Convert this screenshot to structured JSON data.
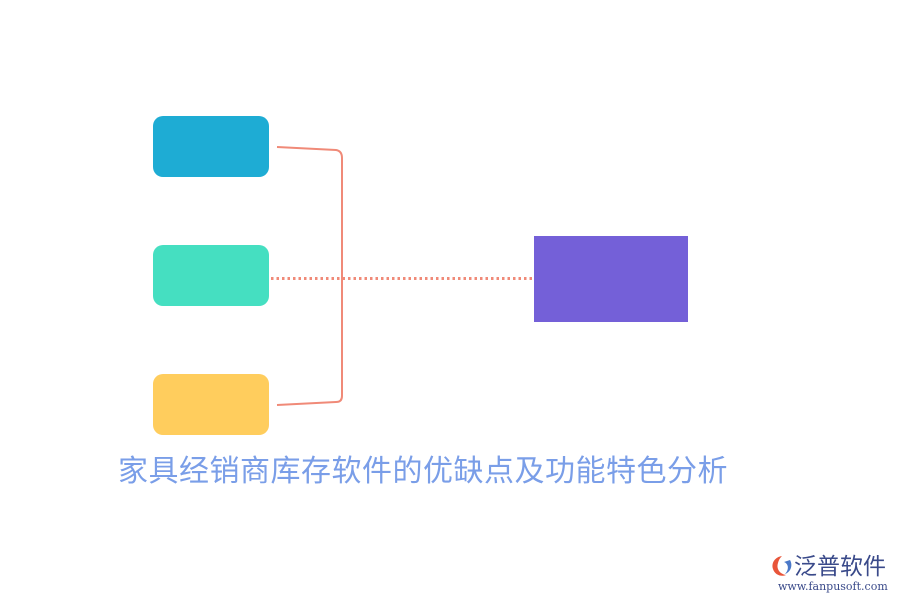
{
  "diagram": {
    "title": "家具经销商库存软件的优缺点及功能特色分析",
    "nodes": [
      {
        "id": "blue",
        "color": "#1eacd4"
      },
      {
        "id": "teal",
        "color": "#45dfc1"
      },
      {
        "id": "yellow",
        "color": "#ffcd5d"
      },
      {
        "id": "target",
        "color": "#7460d8"
      }
    ],
    "connector_color": "#f08a78",
    "title_color": "#7a9ee8"
  },
  "logo": {
    "name": "泛普软件",
    "url": "www.fanpusoft.com",
    "name_color": "#3a4a8a",
    "url_color": "#3a4a8a",
    "mark_colors": [
      "#e8553a",
      "#4a78c8"
    ]
  }
}
